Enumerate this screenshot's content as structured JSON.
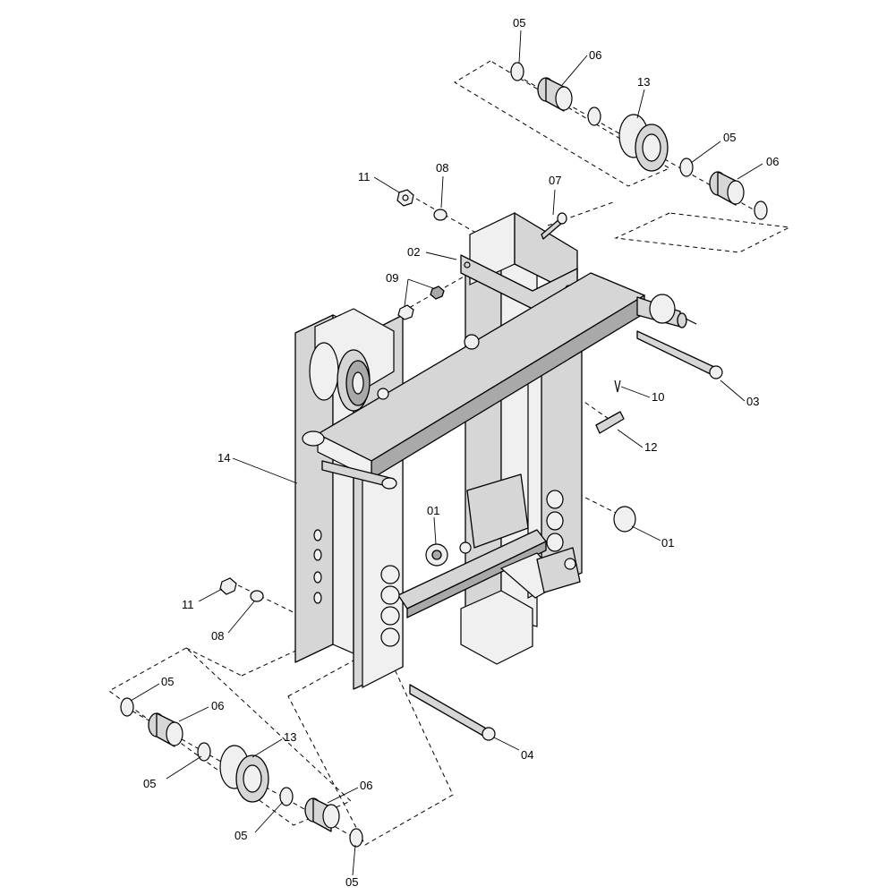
{
  "callouts": [
    "05",
    "06",
    "13",
    "05",
    "06",
    "11",
    "08",
    "07",
    "02",
    "09",
    "10",
    "03",
    "12",
    "14",
    "01",
    "01",
    "11",
    "08",
    "05",
    "06",
    "13",
    "05",
    "06",
    "05",
    "04",
    "05"
  ]
}
